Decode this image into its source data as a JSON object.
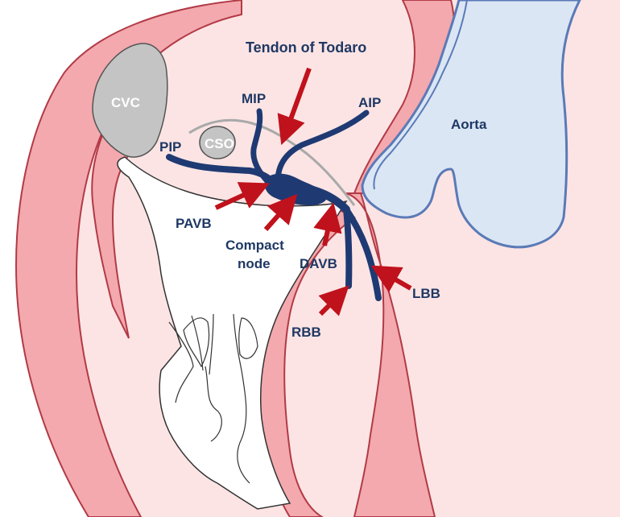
{
  "labels": {
    "cvc": "CVC",
    "cso": "CSO",
    "aorta": "Aorta",
    "tendon": "Tendon of Todaro",
    "mip": "MIP",
    "aip": "AIP",
    "pip": "PIP",
    "pavb": "PAVB",
    "compact_node_1": "Compact",
    "compact_node_2": "node",
    "davb": "DAVB",
    "rbb": "RBB",
    "lbb": "LBB"
  },
  "colors": {
    "background": "#fce4e4",
    "wall": "#f3a9ae",
    "wall_outline": "#b23a46",
    "aorta_fill": "#dbe6f4",
    "aorta_outline": "#5a7ab7",
    "conduction": "#1f3a73",
    "arrow": "#c0121c",
    "tendon_line": "#a9a9a9",
    "cvc_fill": "#bdbdbd"
  }
}
